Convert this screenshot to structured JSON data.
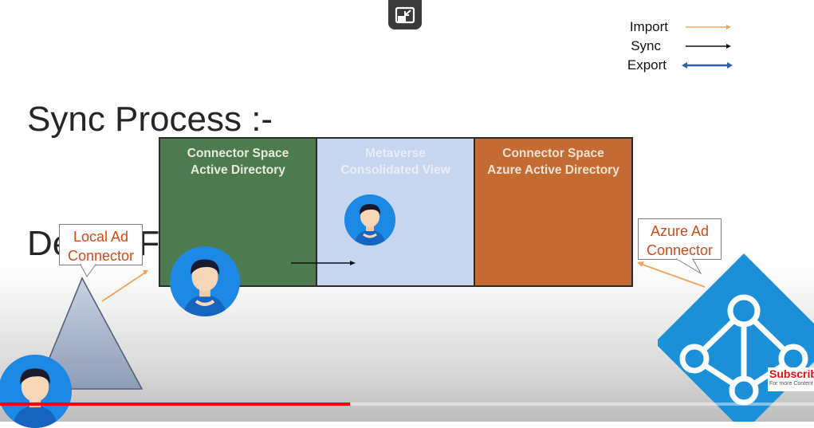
{
  "slide": {
    "title_line1": "Sync Process :-",
    "title_line2": "Delta , Full"
  },
  "legend": {
    "import_label": "Import",
    "sync_label": "Sync",
    "export_label": "Export",
    "import_color": "#f0a35a",
    "sync_color": "#111111",
    "export_color": "#2f5fa6"
  },
  "boxes": [
    {
      "line1": "Connector Space",
      "line2": "Active Directory",
      "bg": "#4d7a4f",
      "text_color": "#e8ecdf"
    },
    {
      "line1": "Metaverse",
      "line2": "Consolidated View",
      "bg": "#c6d6ef",
      "text_color": "#e9eef8"
    },
    {
      "line1": "Connector Space",
      "line2": "Azure Active Directory",
      "bg": "#c46a33",
      "text_color": "#f6e3d3"
    }
  ],
  "callouts": {
    "local_line1": "Local Ad",
    "local_line2": "Connector",
    "azure_line1": "Azure Ad",
    "azure_line2": "Connector"
  },
  "icons": {
    "miniplayer": "picture-in-picture-icon",
    "user_avatar": "user-avatar-icon",
    "active_directory": "triangle-icon",
    "azure_ad": "azure-active-directory-icon"
  },
  "player": {
    "progress_fraction": 0.43,
    "subscribe_label": "Subscribe",
    "subscribe_sub": "For more Content"
  }
}
